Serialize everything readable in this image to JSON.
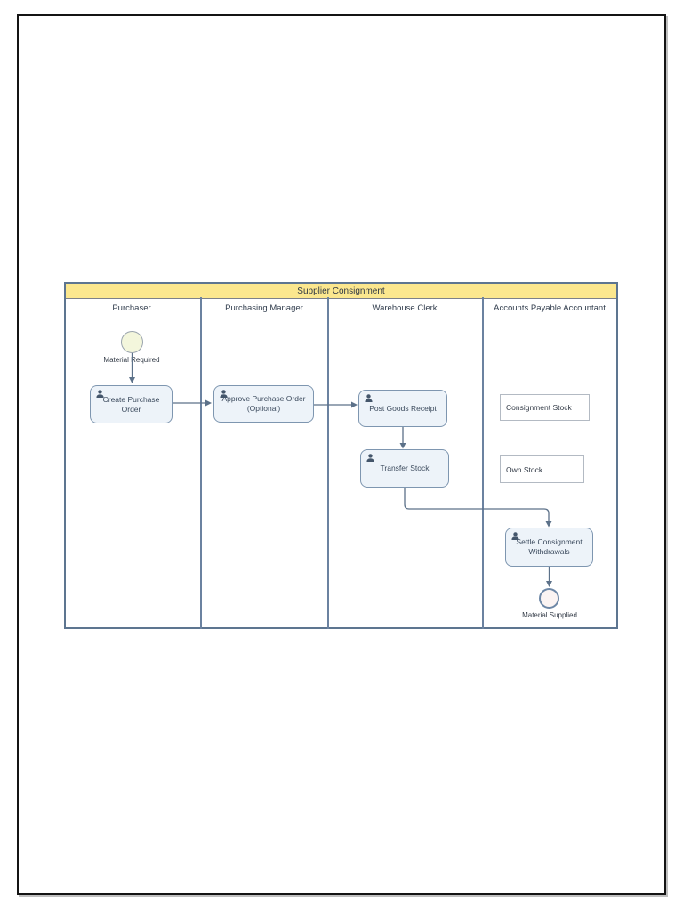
{
  "diagram": {
    "title": "Supplier Consignment",
    "lanes": [
      {
        "label": "Purchaser"
      },
      {
        "label": "Purchasing Manager"
      },
      {
        "label": "Warehouse Clerk"
      },
      {
        "label": "Accounts Payable Accountant"
      }
    ],
    "nodes": {
      "start_event": {
        "label": "Material Required",
        "type": "start-event"
      },
      "create_purchase_order": {
        "label": "Create Purchase Order",
        "type": "user-task"
      },
      "approve_purchase_order": {
        "label": "Approve Purchase Order (Optional)",
        "type": "user-task"
      },
      "post_goods_receipt": {
        "label": "Post Goods Receipt",
        "type": "user-task"
      },
      "transfer_stock": {
        "label": "Transfer Stock",
        "type": "user-task"
      },
      "consignment_stock": {
        "label": "Consignment Stock",
        "type": "data-box"
      },
      "own_stock": {
        "label": "Own Stock",
        "type": "data-box"
      },
      "settle_consignment_withdrawals": {
        "label": "Settle Consignment Withdrawals",
        "type": "user-task"
      },
      "end_event": {
        "label": "Material Supplied",
        "type": "end-event"
      }
    },
    "edges": [
      {
        "from": "start_event",
        "to": "create_purchase_order"
      },
      {
        "from": "create_purchase_order",
        "to": "approve_purchase_order"
      },
      {
        "from": "approve_purchase_order",
        "to": "post_goods_receipt"
      },
      {
        "from": "post_goods_receipt",
        "to": "transfer_stock"
      },
      {
        "from": "transfer_stock",
        "to": "settle_consignment_withdrawals"
      },
      {
        "from": "settle_consignment_withdrawals",
        "to": "end_event"
      }
    ],
    "icons": {
      "task_icon": "user-icon"
    },
    "colors": {
      "pool_title_bg": "#fbe78e",
      "pool_border": "#5d7590",
      "task_fill": "#edf3f9",
      "task_border": "#7e96b0",
      "connector": "#5c7189",
      "start_event_fill": "#f3f6dc",
      "end_event_fill": "#fbf4f3",
      "page_frame": "#141414"
    }
  }
}
